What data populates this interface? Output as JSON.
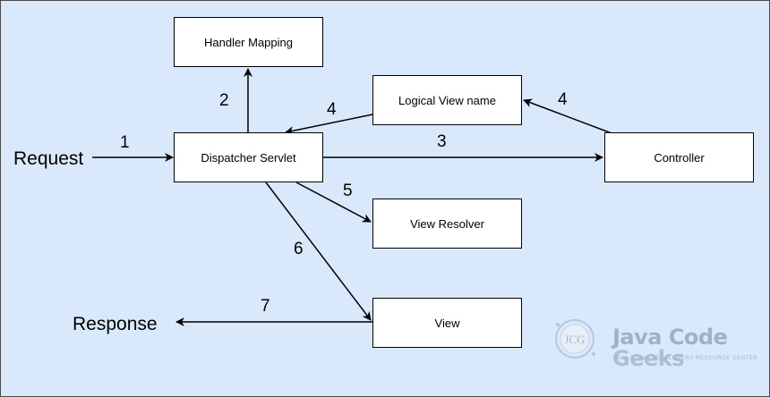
{
  "diagram": {
    "nodes": {
      "handler_mapping": "Handler Mapping",
      "logical_view_name": "Logical View name",
      "dispatcher_servlet": "Dispatcher Servlet",
      "controller": "Controller",
      "view_resolver": "View Resolver",
      "view": "View"
    },
    "edge_labels": {
      "request_to_dispatcher": "1",
      "dispatcher_to_handler": "2",
      "dispatcher_to_controller": "3",
      "logical_to_dispatcher": "4",
      "controller_to_logical": "4",
      "dispatcher_to_resolver": "5",
      "dispatcher_to_view": "6",
      "view_to_response": "7"
    },
    "side_labels": {
      "request": "Request",
      "response": "Response"
    }
  },
  "watermark": {
    "logo_text": "JCG",
    "brand_part1": "Java Code ",
    "brand_part2": "Geeks",
    "tagline": "JAVA 2 JAVA DEVELOPERS RESOURCE CENTER"
  },
  "colors": {
    "background": "#dae8fc",
    "box_fill": "#ffffff",
    "stroke": "#000000",
    "watermark": "#9fb3c7"
  }
}
